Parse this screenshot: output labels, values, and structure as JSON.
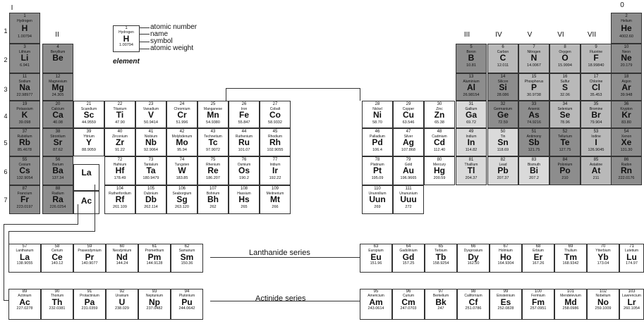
{
  "group_labels": [
    "I",
    "II",
    "III",
    "IV",
    "V",
    "VI",
    "VII",
    "0"
  ],
  "period_labels": [
    "1",
    "2",
    "3",
    "4",
    "5",
    "6",
    "7"
  ],
  "legend": {
    "number": "1",
    "name": "Hydrogen",
    "symbol": "H",
    "weight": "1.00794",
    "labels": [
      "atomic number",
      "name",
      "symbol",
      "atomic weight"
    ],
    "caption": "element"
  },
  "series_labels": {
    "lanthanide": "Lanthanide series",
    "actinide": "Actinide series"
  },
  "placeholders": {
    "la": "La",
    "ac": "Ac"
  },
  "colors": {
    "dark": "#8d8d8d",
    "mid": "#b9b9b9",
    "light": "#dadada",
    "white": "#ffffff"
  },
  "elements": [
    {
      "n": "1",
      "name": "Hydrogen",
      "sym": "H",
      "w": "1.00794",
      "shade": "dark"
    },
    {
      "n": "2",
      "name": "Helium",
      "sym": "He",
      "w": "4002.60",
      "shade": "dark"
    },
    {
      "n": "3",
      "name": "Lithium",
      "sym": "Li",
      "w": "6.941",
      "shade": "dark"
    },
    {
      "n": "4",
      "name": "Beryllium",
      "sym": "Be",
      "w": "",
      "shade": "dark"
    },
    {
      "n": "5",
      "name": "Boron",
      "sym": "B",
      "w": "10.81",
      "shade": "dark"
    },
    {
      "n": "6",
      "name": "Carbon",
      "sym": "C",
      "w": "12.011",
      "shade": "mid"
    },
    {
      "n": "7",
      "name": "Nitrogen",
      "sym": "N",
      "w": "14.0067",
      "shade": "mid"
    },
    {
      "n": "8",
      "name": "Oxygen",
      "sym": "O",
      "w": "15.9994",
      "shade": "mid"
    },
    {
      "n": "9",
      "name": "Fluorine",
      "sym": "F",
      "w": "18.99840",
      "shade": "mid"
    },
    {
      "n": "10",
      "name": "Neon",
      "sym": "Ne",
      "w": "20.179",
      "shade": "dark"
    },
    {
      "n": "11",
      "name": "Sodium",
      "sym": "Na",
      "w": "22.98977",
      "shade": "dark"
    },
    {
      "n": "12",
      "name": "Magnesium",
      "sym": "Mg",
      "w": "24.305",
      "shade": "dark"
    },
    {
      "n": "13",
      "name": "Aluminium",
      "sym": "Al",
      "w": "26.98154",
      "shade": "dark"
    },
    {
      "n": "14",
      "name": "Silicon",
      "sym": "Si",
      "w": "28.086",
      "shade": "dark"
    },
    {
      "n": "15",
      "name": "Phosphorus",
      "sym": "P",
      "w": "30.9738",
      "shade": "mid"
    },
    {
      "n": "16",
      "name": "Sulfur",
      "sym": "S",
      "w": "32.06",
      "shade": "mid"
    },
    {
      "n": "17",
      "name": "Chlorine",
      "sym": "Cl",
      "w": "35.453",
      "shade": "mid"
    },
    {
      "n": "18",
      "name": "Argon",
      "sym": "Ar",
      "w": "39.948",
      "shade": "dark"
    },
    {
      "n": "19",
      "name": "Potassium",
      "sym": "K",
      "w": "39.098",
      "shade": "dark"
    },
    {
      "n": "20",
      "name": "Calcium",
      "sym": "Ca",
      "w": "40.08",
      "shade": "dark"
    },
    {
      "n": "21",
      "name": "Scandium",
      "sym": "Sc",
      "w": "44.9559",
      "shade": "white"
    },
    {
      "n": "22",
      "name": "Titanium",
      "sym": "Ti",
      "w": "47.90",
      "shade": "white"
    },
    {
      "n": "23",
      "name": "Vanadium",
      "sym": "V",
      "w": "50.9414",
      "shade": "white"
    },
    {
      "n": "24",
      "name": "Chromium",
      "sym": "Cr",
      "w": "51.996",
      "shade": "white"
    },
    {
      "n": "25",
      "name": "Manganese",
      "sym": "Mn",
      "w": "54.9380",
      "shade": "white"
    },
    {
      "n": "26",
      "name": "Iron",
      "sym": "Fe",
      "w": "55.847",
      "shade": "white"
    },
    {
      "n": "27",
      "name": "Cobalt",
      "sym": "Co",
      "w": "58.9332",
      "shade": "white"
    },
    {
      "n": "28",
      "name": "Nickel",
      "sym": "Ni",
      "w": "58.70",
      "shade": "white"
    },
    {
      "n": "29",
      "name": "Copper",
      "sym": "Cu",
      "w": "63.546",
      "shade": "white"
    },
    {
      "n": "30",
      "name": "Zinc",
      "sym": "Zn",
      "w": "65.38",
      "shade": "white"
    },
    {
      "n": "31",
      "name": "Gallium",
      "sym": "Ga",
      "w": "69.72",
      "shade": "light"
    },
    {
      "n": "32",
      "name": "Germanium",
      "sym": "Ge",
      "w": "72.59",
      "shade": "dark"
    },
    {
      "n": "33",
      "name": "Arsenic",
      "sym": "As",
      "w": "74.9216",
      "shade": "dark"
    },
    {
      "n": "34",
      "name": "Selenium",
      "sym": "Se",
      "w": "78.96",
      "shade": "mid"
    },
    {
      "n": "35",
      "name": "Bromine",
      "sym": "Br",
      "w": "79.904",
      "shade": "mid"
    },
    {
      "n": "36",
      "name": "Krypton",
      "sym": "Kr",
      "w": "83.80",
      "shade": "dark"
    },
    {
      "n": "37",
      "name": "Rubidium",
      "sym": "Rb",
      "w": "85.4678",
      "shade": "dark"
    },
    {
      "n": "38",
      "name": "Strontium",
      "sym": "Sr",
      "w": "87.62",
      "shade": "dark"
    },
    {
      "n": "39",
      "name": "Yttrium",
      "sym": "Y",
      "w": "88.9059",
      "shade": "white"
    },
    {
      "n": "40",
      "name": "Zirconium",
      "sym": "Zr",
      "w": "91.22",
      "shade": "white"
    },
    {
      "n": "41",
      "name": "Niobium",
      "sym": "Nb",
      "w": "92.9064",
      "shade": "white"
    },
    {
      "n": "42",
      "name": "Molybdenum",
      "sym": "Mo",
      "w": "95.94",
      "shade": "white"
    },
    {
      "n": "43",
      "name": "Technetium",
      "sym": "Tc",
      "w": "97.9072",
      "shade": "white"
    },
    {
      "n": "44",
      "name": "Ruthenium",
      "sym": "Ru",
      "w": "101.07",
      "shade": "white"
    },
    {
      "n": "45",
      "name": "Rhodium",
      "sym": "Rh",
      "w": "102.9055",
      "shade": "white"
    },
    {
      "n": "46",
      "name": "Palladium",
      "sym": "Pd",
      "w": "106.4",
      "shade": "white"
    },
    {
      "n": "47",
      "name": "Silver",
      "sym": "Ag",
      "w": "107.868",
      "shade": "white"
    },
    {
      "n": "48",
      "name": "Cadmium",
      "sym": "Cd",
      "w": "112.40",
      "shade": "white"
    },
    {
      "n": "49",
      "name": "Indium",
      "sym": "In",
      "w": "114.82",
      "shade": "light"
    },
    {
      "n": "50",
      "name": "Tin",
      "sym": "Sn",
      "w": "118.69",
      "shade": "light"
    },
    {
      "n": "51",
      "name": "Antimony",
      "sym": "Sb",
      "w": "121.75",
      "shade": "dark"
    },
    {
      "n": "52",
      "name": "Tellurium",
      "sym": "Te",
      "w": "127.75",
      "shade": "dark"
    },
    {
      "n": "53",
      "name": "Iodine",
      "sym": "I",
      "w": "126.9045",
      "shade": "mid"
    },
    {
      "n": "54",
      "name": "Xenon",
      "sym": "Xe",
      "w": "131.30",
      "shade": "dark"
    },
    {
      "n": "55",
      "name": "Cesium",
      "sym": "Cs",
      "w": "132.9054",
      "shade": "dark"
    },
    {
      "n": "56",
      "name": "Barium",
      "sym": "Ba",
      "w": "137.34",
      "shade": "dark"
    },
    {
      "n": "72",
      "name": "Hafnium",
      "sym": "Hf",
      "w": "178.49",
      "shade": "white"
    },
    {
      "n": "73",
      "name": "Tantalum",
      "sym": "Ta",
      "w": "180.9479",
      "shade": "white"
    },
    {
      "n": "74",
      "name": "Tungsten",
      "sym": "W",
      "w": "183.85",
      "shade": "white"
    },
    {
      "n": "75",
      "name": "Rhenium",
      "sym": "Re",
      "w": "186.207",
      "shade": "white"
    },
    {
      "n": "76",
      "name": "Osmium",
      "sym": "Os",
      "w": "190.2",
      "shade": "white"
    },
    {
      "n": "77",
      "name": "Iridium",
      "sym": "Ir",
      "w": "192.22",
      "shade": "white"
    },
    {
      "n": "78",
      "name": "Platinum",
      "sym": "Pt",
      "w": "195.09",
      "shade": "white"
    },
    {
      "n": "79",
      "name": "Gold",
      "sym": "Au",
      "w": "196.9665",
      "shade": "white"
    },
    {
      "n": "80",
      "name": "Mercury",
      "sym": "Hg",
      "w": "200.59",
      "shade": "white"
    },
    {
      "n": "81",
      "name": "Thallium",
      "sym": "Tl",
      "w": "204.37",
      "shade": "light"
    },
    {
      "n": "82",
      "name": "Lead",
      "sym": "Pb",
      "w": "207.37",
      "shade": "light"
    },
    {
      "n": "83",
      "name": "Bismuth",
      "sym": "Bi",
      "w": "207.2",
      "shade": "light"
    },
    {
      "n": "84",
      "name": "Polonium",
      "sym": "Po",
      "w": "210",
      "shade": "dark"
    },
    {
      "n": "85",
      "name": "Astatine",
      "sym": "At",
      "w": "211",
      "shade": "mid"
    },
    {
      "n": "86",
      "name": "Radon",
      "sym": "Rn",
      "w": "222.0176",
      "shade": "dark"
    },
    {
      "n": "87",
      "name": "Francium",
      "sym": "Fr",
      "w": "223.0197",
      "shade": "dark"
    },
    {
      "n": "88",
      "name": "Radium",
      "sym": "Ra",
      "w": "226.0254",
      "shade": "dark"
    },
    {
      "n": "104",
      "name": "Rutherfordium",
      "sym": "Rf",
      "w": "261.109",
      "shade": "white"
    },
    {
      "n": "105",
      "name": "Dubnium",
      "sym": "Db",
      "w": "262.114",
      "shade": "white"
    },
    {
      "n": "106",
      "name": "Seaborgium",
      "sym": "Sg",
      "w": "263.120",
      "shade": "white"
    },
    {
      "n": "107",
      "name": "Bohrium",
      "sym": "Bh",
      "w": "262",
      "shade": "white"
    },
    {
      "n": "108",
      "name": "Hassium",
      "sym": "Hs",
      "w": "265",
      "shade": "white"
    },
    {
      "n": "109",
      "name": "Meitnerium",
      "sym": "Mt",
      "w": "266",
      "shade": "white"
    },
    {
      "n": "110",
      "name": "Ununnilium",
      "sym": "Uun",
      "w": "269",
      "shade": "white"
    },
    {
      "n": "111",
      "name": "Unununium",
      "sym": "Uuu",
      "w": "272",
      "shade": "white"
    }
  ],
  "lanthanides": [
    {
      "n": "57",
      "name": "Lanthanum",
      "sym": "La",
      "w": "138.9055"
    },
    {
      "n": "58",
      "name": "Cerium",
      "sym": "Ce",
      "w": "140.12"
    },
    {
      "n": "59",
      "name": "Praseodymium",
      "sym": "Pr",
      "w": "140.9077"
    },
    {
      "n": "60",
      "name": "Neodymium",
      "sym": "Nd",
      "w": "144.24"
    },
    {
      "n": "61",
      "name": "Promethium",
      "sym": "Pm",
      "w": "144.9128"
    },
    {
      "n": "62",
      "name": "Samarium",
      "sym": "Sm",
      "w": "150.36"
    },
    {
      "n": "63",
      "name": "Europium",
      "sym": "Eu",
      "w": "151.96"
    },
    {
      "n": "64",
      "name": "Gadolinium",
      "sym": "Gd",
      "w": "157.25"
    },
    {
      "n": "65",
      "name": "Terbium",
      "sym": "Tb",
      "w": "158.9254"
    },
    {
      "n": "66",
      "name": "Dysprosium",
      "sym": "Dy",
      "w": "162.50"
    },
    {
      "n": "67",
      "name": "Holmium",
      "sym": "Ho",
      "w": "164.9304"
    },
    {
      "n": "68",
      "name": "Erbium",
      "sym": "Er",
      "w": "167.26"
    },
    {
      "n": "69",
      "name": "Thulium",
      "sym": "Tm",
      "w": "168.9342"
    },
    {
      "n": "70",
      "name": "Ytterbium",
      "sym": "Yb",
      "w": "173.04"
    },
    {
      "n": "71",
      "name": "Lutetium",
      "sym": "Lu",
      "w": "174.97"
    }
  ],
  "actinides": [
    {
      "n": "89",
      "name": "Actinium",
      "sym": "Ac",
      "w": "227.0278"
    },
    {
      "n": "90",
      "name": "Thorium",
      "sym": "Th",
      "w": "232.0381"
    },
    {
      "n": "91",
      "name": "Protactinium",
      "sym": "Pa",
      "w": "231.0359"
    },
    {
      "n": "92",
      "name": "Uranium",
      "sym": "U",
      "w": "238.029"
    },
    {
      "n": "93",
      "name": "Neptunium",
      "sym": "Np",
      "w": "237.0482"
    },
    {
      "n": "94",
      "name": "Plutonium",
      "sym": "Pu",
      "w": "244.0642"
    },
    {
      "n": "95",
      "name": "Americium",
      "sym": "Am",
      "w": "243.0614"
    },
    {
      "n": "96",
      "name": "Curium",
      "sym": "Cm",
      "w": "247.0703"
    },
    {
      "n": "97",
      "name": "Berkelium",
      "sym": "Bk",
      "w": "247"
    },
    {
      "n": "98",
      "name": "Californium",
      "sym": "Cf",
      "w": "251.0786"
    },
    {
      "n": "99",
      "name": "Einsteinium",
      "sym": "Es",
      "w": "252.0828"
    },
    {
      "n": "100",
      "name": "Fermium",
      "sym": "Fm",
      "w": "257.0951"
    },
    {
      "n": "101",
      "name": "Mendelevium",
      "sym": "Md",
      "w": "258.0986"
    },
    {
      "n": "102",
      "name": "Nobelium",
      "sym": "No",
      "w": "259.1009"
    },
    {
      "n": "103",
      "name": "Lawrencium",
      "sym": "Lr",
      "w": "260.1054"
    }
  ]
}
